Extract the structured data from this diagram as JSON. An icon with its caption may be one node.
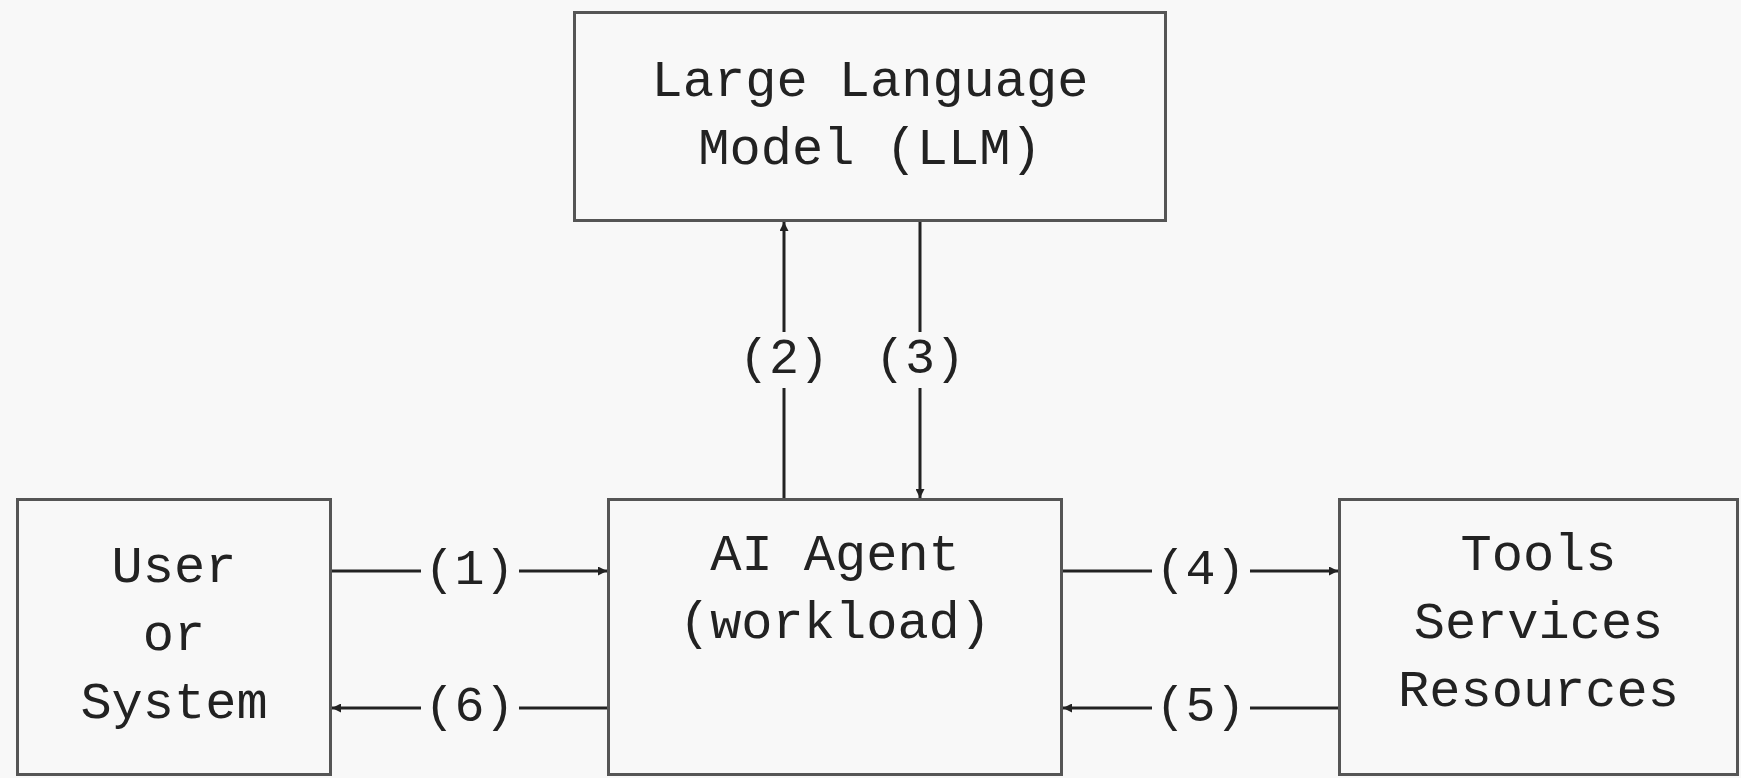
{
  "diagram": {
    "nodes": [
      {
        "text": [
          "Large Language Model (LLM)"
        ]
      },
      {
        "text": [
          "User or System"
        ]
      },
      {
        "text": [
          "AI Agent (workload)"
        ]
      },
      {
        "text": [
          "Tools Services Resources"
        ]
      }
    ],
    "edges": [
      {
        "from": 1,
        "to": 2,
        "arrow": "to",
        "label": "(1)"
      },
      {
        "from": 2,
        "to": 0,
        "arrow": "to",
        "label": "(2)"
      },
      {
        "from": 0,
        "to": 2,
        "arrow": "to",
        "label": "(3)"
      },
      {
        "from": 2,
        "to": 3,
        "arrow": "to",
        "label": "(4)"
      },
      {
        "from": 3,
        "to": 2,
        "arrow": "to",
        "label": "(5)"
      },
      {
        "from": 2,
        "to": 1,
        "arrow": "to",
        "label": "(6)"
      }
    ]
  }
}
